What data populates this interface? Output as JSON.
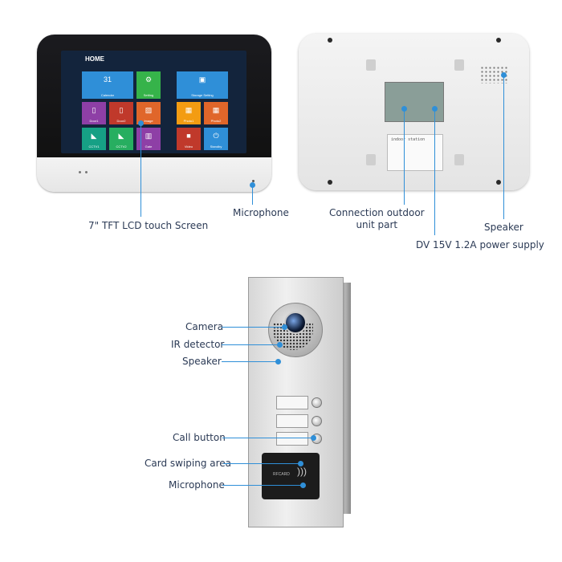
{
  "monitor_screen": {
    "title": "HOME",
    "tiles": [
      {
        "label": "Calendar",
        "icon": "calendar-icon",
        "glyph": "31",
        "color": "#2f8fd8"
      },
      {
        "label": "Setting",
        "icon": "gear-icon",
        "glyph": "⚙",
        "color": "#36b34a"
      },
      {
        "label": "Storage Setting",
        "icon": "storage-icon",
        "glyph": "▣",
        "color": "#2f8fd8"
      },
      {
        "label": "Door1",
        "icon": "door-icon",
        "glyph": "▯",
        "color": "#8e3fa6"
      },
      {
        "label": "Door2",
        "icon": "door-icon",
        "glyph": "▯",
        "color": "#c0392b"
      },
      {
        "label": "Image",
        "icon": "image-icon",
        "glyph": "▨",
        "color": "#e0662a"
      },
      {
        "label": "Photo1",
        "icon": "photo-icon",
        "glyph": "▦",
        "color": "#f39c12"
      },
      {
        "label": "Photo2",
        "icon": "photo-icon",
        "glyph": "▦",
        "color": "#e0662a"
      },
      {
        "label": "CCTV1",
        "icon": "cctv-icon",
        "glyph": "◣",
        "color": "#16a085"
      },
      {
        "label": "CCTV2",
        "icon": "cctv-icon",
        "glyph": "◣",
        "color": "#27ae60"
      },
      {
        "label": "Gate",
        "icon": "gate-icon",
        "glyph": "▥",
        "color": "#8e3fa6"
      },
      {
        "label": "Video",
        "icon": "video-icon",
        "glyph": "■",
        "color": "#c0392b"
      },
      {
        "label": "Standby",
        "icon": "power-icon",
        "glyph": "⏻",
        "color": "#2f8fd8"
      }
    ]
  },
  "monitor_back": {
    "sticker_text": "indoor station"
  },
  "outdoor_panel": {
    "card_text": "RFCARD"
  },
  "callouts": {
    "touch_screen": "7\" TFT LCD touch Screen",
    "microphone_monitor": "Microphone",
    "connection": "Connection outdoor\nunit part",
    "power": "DV 15V  1.2A power supply",
    "speaker_monitor": "Speaker",
    "camera": "Camera",
    "ir_detector": "IR detector",
    "speaker_panel": "Speaker",
    "call_button": "Call button",
    "card_area": "Card swiping area",
    "microphone_panel": "Microphone"
  },
  "colors": {
    "accent": "#2f8fd8",
    "label_text": "#2b3a55"
  }
}
